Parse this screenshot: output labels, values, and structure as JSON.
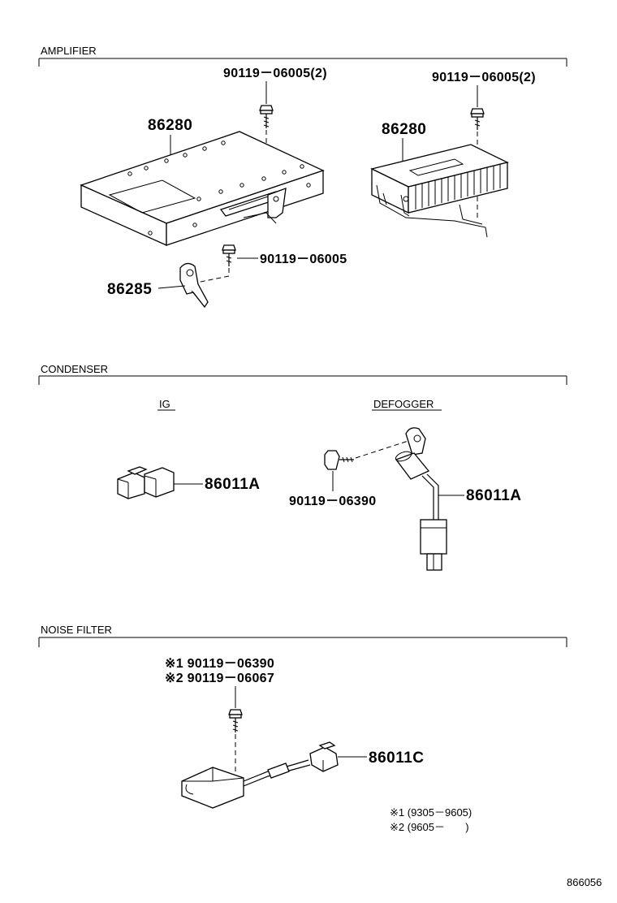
{
  "sections": {
    "amplifier": "AMPLIFIER",
    "condenser": "CONDENSER",
    "noise_filter": "NOISE FILTER"
  },
  "amplifier": {
    "left_bolt": "90119－06005(2)",
    "right_bolt": "90119－06005(2)",
    "left_amp": "86280",
    "right_amp": "86280",
    "bracket_bolt": "90119－06005",
    "bracket": "86285"
  },
  "condenser": {
    "ig_label": "IG",
    "defogger_label": "DEFOGGER",
    "ig_part": "86011A",
    "defogger_bolt": "90119－06390",
    "defogger_part": "86011A"
  },
  "noise_filter": {
    "bolt_1": "※1 90119－06390",
    "bolt_2": "※2 90119－06067",
    "part": "86011C",
    "note_1": "※1 (9305－9605)",
    "note_2": "※2 (9605－       )"
  },
  "diagram_id": "866056"
}
